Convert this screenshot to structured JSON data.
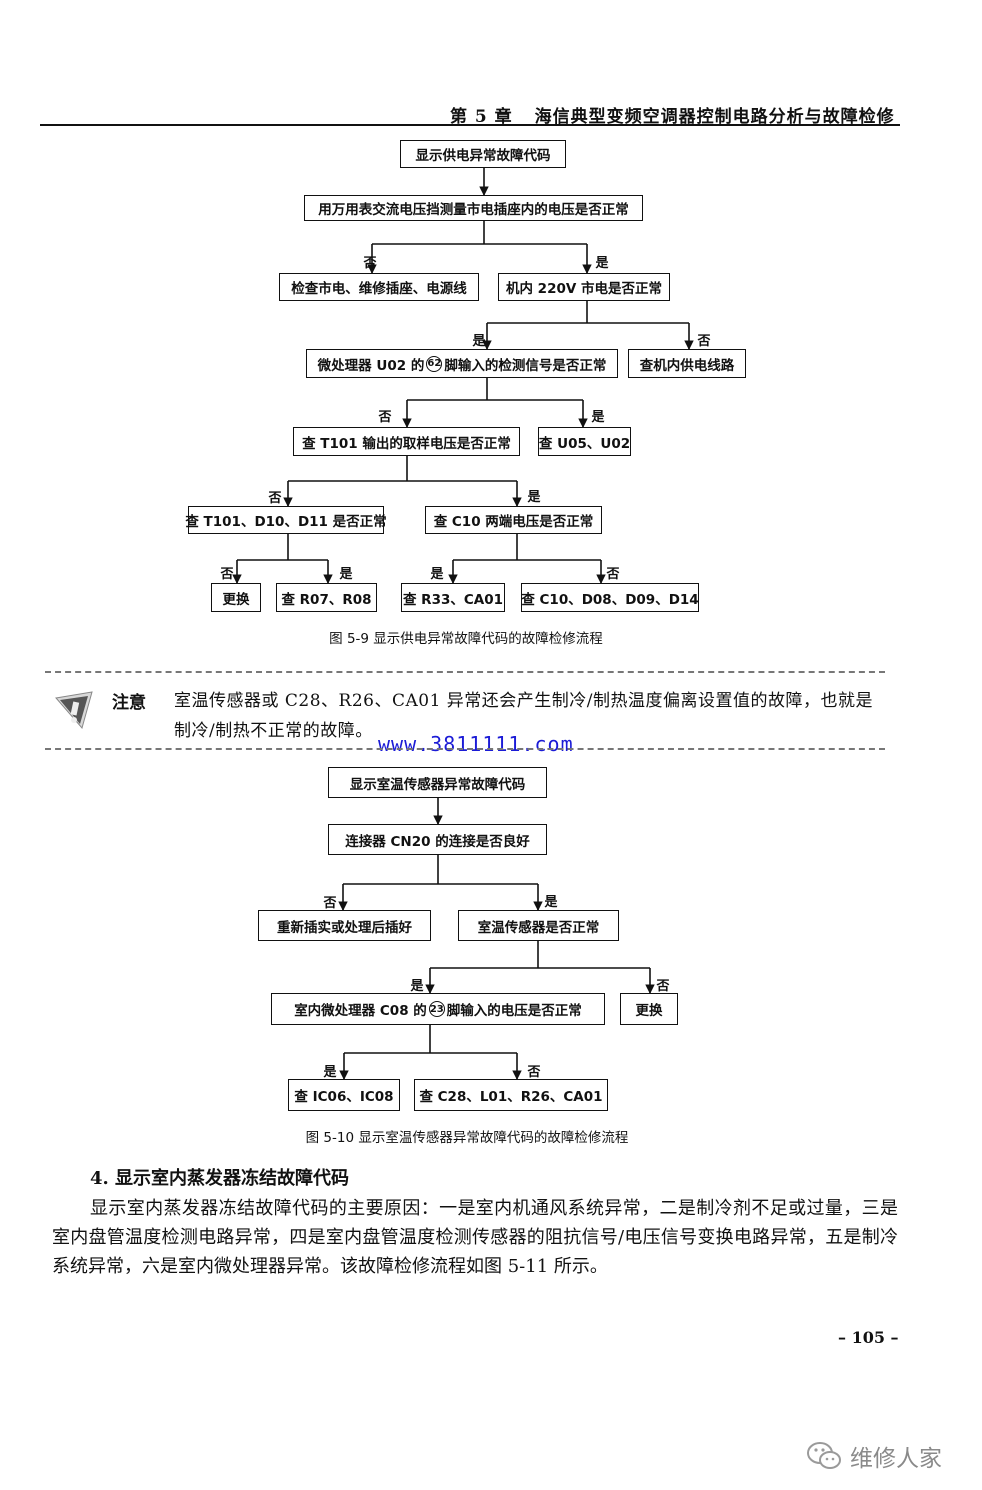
{
  "header": {
    "chapter": "第 5 章",
    "title": "海信典型变频空调器控制电路分析与故障检修"
  },
  "flow1": {
    "start": "显示供电异常故障代码",
    "q1": "用万用表交流电压挡测量市电插座内的电压是否正常",
    "no1": "检查市电、维修插座、电源线",
    "q2": "机内 220V 市电是否正常",
    "q3_pre": "微处理器 U02 的",
    "q3_pin": "62",
    "q3_post": "脚输入的检测信号是否正常",
    "no2": "查机内供电线路",
    "q4": "查 T101 输出的取样电压是否正常",
    "yes4": "查 U05、U02",
    "q5": "查 T101、D10、D11 是否正常",
    "q6": "查 C10 两端电压是否正常",
    "r1": "更换",
    "r2": "查 R07、R08",
    "r3": "查 R33、CA01",
    "r4": "查 C10、D08、D09、D14",
    "caption": "图 5-9   显示供电异常故障代码的故障检修流程"
  },
  "labels": {
    "yes": "是",
    "no": "否"
  },
  "note": {
    "title": "注意",
    "text": "室温传感器或 C28、R26、CA01 异常还会产生制冷/制热温度偏离设置值的故障，也就是制冷/制热不正常的故障。",
    "icon": "warning-icon"
  },
  "watermark_url": "www.3811111.com",
  "flow2": {
    "start": "显示室温传感器异常故障代码",
    "q1": "连接器 CN20 的连接是否良好",
    "no1": "重新插实或处理后插好",
    "q2": "室温传感器是否正常",
    "q3_pre": "室内微处理器 C08 的",
    "q3_pin": "23",
    "q3_post": "脚输入的电压是否正常",
    "no2": "更换",
    "r1": "查 IC06、IC08",
    "r2": "查 C28、L01、R26、CA01",
    "caption": "图 5-10   显示室温传感器异常故障代码的故障检修流程"
  },
  "section": {
    "title": "4. 显示室内蒸发器冻结故障代码",
    "paragraph": "显示室内蒸发器冻结故障代码的主要原因：一是室内机通风系统异常，二是制冷剂不足或过量，三是室内盘管温度检测电路异常，四是室内盘管温度检测传感器的阻抗信号/电压信号变换电路异常，五是制冷系统异常，六是室内微处理器异常。该故障检修流程如图 5-11 所示。"
  },
  "page_number": "– 105 –",
  "brand": {
    "name": "维修人家",
    "icon": "wechat-icon"
  }
}
